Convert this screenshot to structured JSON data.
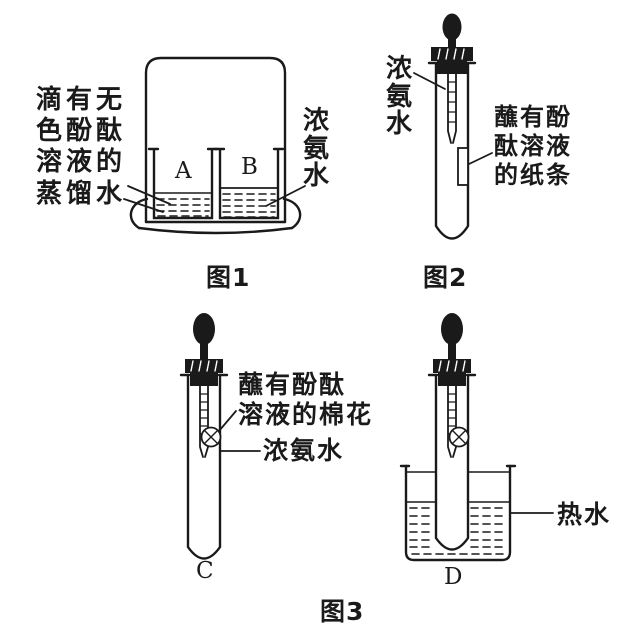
{
  "figure1": {
    "left_label": "滴有无\n色酚酞\n溶液的\n蒸馏水",
    "right_label": "浓\n氨\n水",
    "beaker_a_label": "A",
    "beaker_b_label": "B",
    "caption": "图1"
  },
  "figure2": {
    "left_label": "浓\n氨\n水",
    "right_label": "蘸有酚\n酞溶液\n的纸条",
    "caption": "图2"
  },
  "figure3": {
    "cotton_label": "蘸有酚酞\n溶液的棉花",
    "ammonia_label": "浓氨水",
    "hot_water_label": "热水",
    "tube_c_label": "C",
    "tube_d_label": "D",
    "caption": "图3"
  },
  "colors": {
    "ink": "#1a1a1a",
    "paper": "#ffffff"
  }
}
